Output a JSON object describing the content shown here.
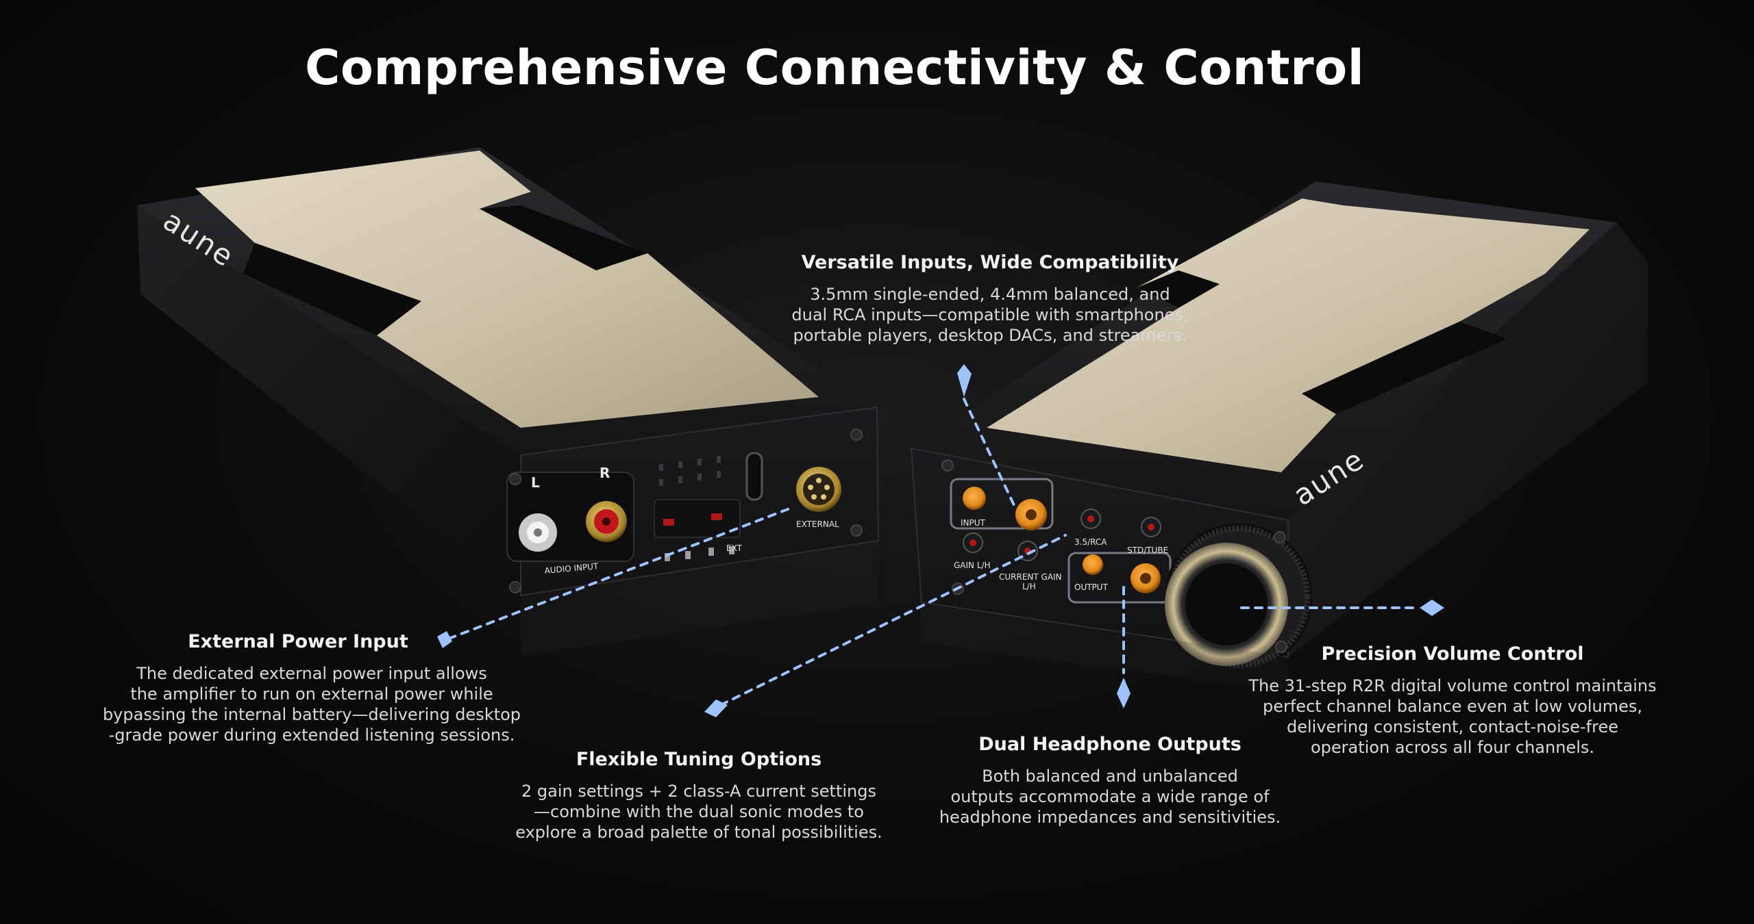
{
  "title": "Comprehensive Connectivity & Control",
  "brand_logo": "aune",
  "colors": {
    "background": "#0b0b0c",
    "body_dark": "#1c1c1f",
    "champagne_top": "#cbbfa6",
    "accent_orange": "#e08a1c",
    "connector_red": "#c0161c",
    "callout_line": "#9ec3ff",
    "knob_ring": "#c9b98e"
  },
  "device_labels": {
    "left_channel": "L",
    "right_channel": "R",
    "audio_input": "AUDIO INPUT",
    "external": "EXTERNAL",
    "ext_switch": "EXT",
    "input_panel": "INPUT",
    "gain": "GAIN L/H",
    "current_gain_line1": "CURRENT GAIN",
    "current_gain_line2": "L/H",
    "source_switch": "3.5/RCA",
    "mode_switch": "STD/TUBE",
    "output_panel": "OUTPUT"
  },
  "callouts": {
    "inputs": {
      "title": "Versatile Inputs, Wide Compatibility",
      "lines": [
        "3.5mm single-ended, 4.4mm balanced, and",
        "dual RCA inputs—compatible with smartphones,",
        "portable players, desktop DACs, and streamers."
      ]
    },
    "power": {
      "title": "External Power Input",
      "lines": [
        "The dedicated external power input allows",
        "the amplifier to run on external power while",
        "bypassing the internal battery—delivering desktop",
        "-grade power during extended listening sessions."
      ]
    },
    "tuning": {
      "title": "Flexible Tuning Options",
      "lines": [
        "2 gain settings + 2 class-A current settings",
        "—combine with the dual sonic modes to",
        "explore a broad palette of tonal possibilities."
      ]
    },
    "outputs": {
      "title": "Dual Headphone Outputs",
      "lines": [
        "Both balanced and unbalanced",
        "outputs accommodate a wide range of",
        "headphone impedances and sensitivities."
      ]
    },
    "volume": {
      "title": "Precision Volume Control",
      "lines": [
        "The 31-step R2R digital volume control maintains",
        "perfect channel balance even at low volumes,",
        "delivering consistent, contact-noise-free",
        "operation across all four channels."
      ]
    }
  }
}
